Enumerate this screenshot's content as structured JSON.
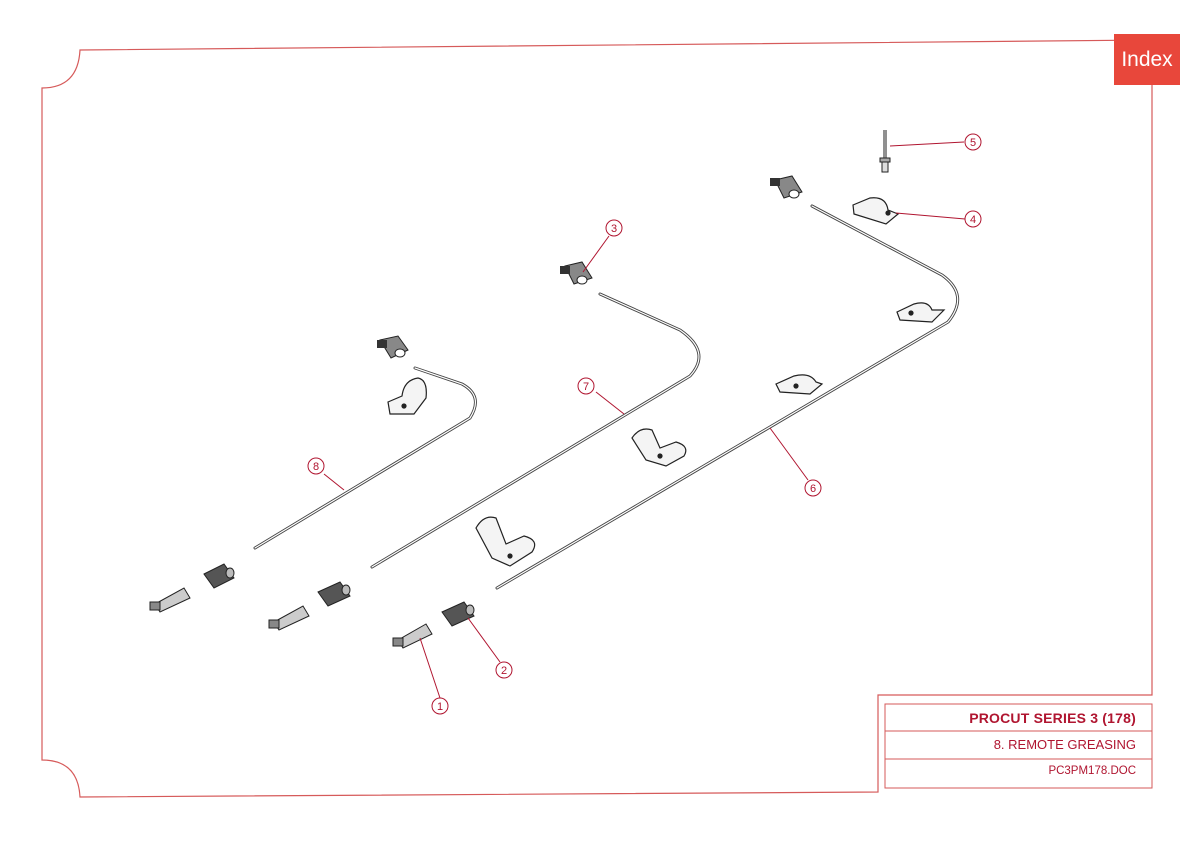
{
  "index_button": {
    "label": "Index"
  },
  "title_block": {
    "title": "PROCUT SERIES 3 (178)",
    "subtitle": "8. REMOTE GREASING",
    "doc_code": "PC3PM178.DOC"
  },
  "callouts": [
    {
      "id": "1",
      "label": "1"
    },
    {
      "id": "2",
      "label": "2"
    },
    {
      "id": "3",
      "label": "3"
    },
    {
      "id": "4",
      "label": "4"
    },
    {
      "id": "5",
      "label": "5"
    },
    {
      "id": "6",
      "label": "6"
    },
    {
      "id": "7",
      "label": "7"
    },
    {
      "id": "8",
      "label": "8"
    }
  ],
  "colors": {
    "border": "#d65a5a",
    "accent": "#e8473b",
    "title_text": "#b01530"
  }
}
